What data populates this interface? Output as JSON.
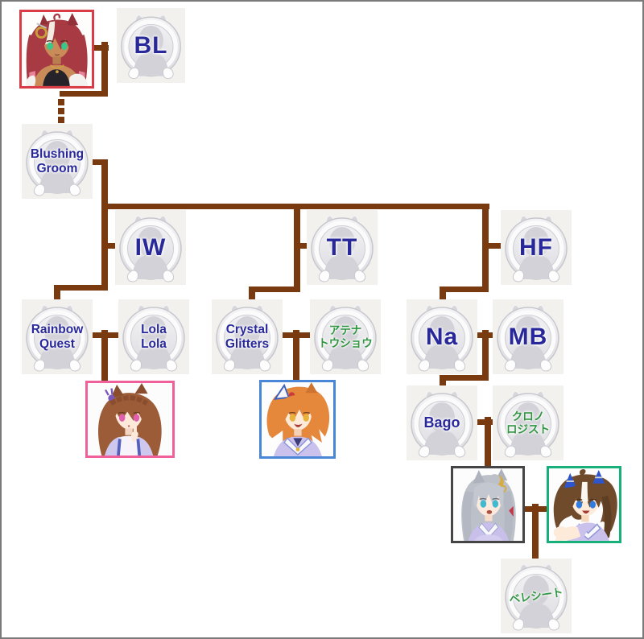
{
  "diagram": {
    "type": "pedigree-family-tree",
    "nodes": {
      "bl": "BL",
      "blushing_groom": "Blushing\nGroom",
      "iw": "IW",
      "tt": "TT",
      "hf": "HF",
      "rainbow_quest": "Rainbow\nQuest",
      "lola_lola": "Lola\nLola",
      "crystal_glitters": "Crystal\nGlitters",
      "athena_tosho": "アテナ\nトウショウ",
      "na": "Na",
      "mb": "MB",
      "bago": "Bago",
      "chrono_logist": "クロノ\nロジスト",
      "bereshit": "ベレシート"
    },
    "colors": {
      "connector_line": "#7a3a10",
      "label_navy": "#28289b",
      "label_green": "#2e9440",
      "medal_background": "#f2f1ee",
      "portrait_border_red": "#d93b47",
      "portrait_border_pink": "#f0609a",
      "portrait_border_blue": "#4a86d8",
      "portrait_border_dark": "#454545",
      "portrait_border_green": "#17b07a",
      "page_border": "#7a7a7a"
    }
  }
}
